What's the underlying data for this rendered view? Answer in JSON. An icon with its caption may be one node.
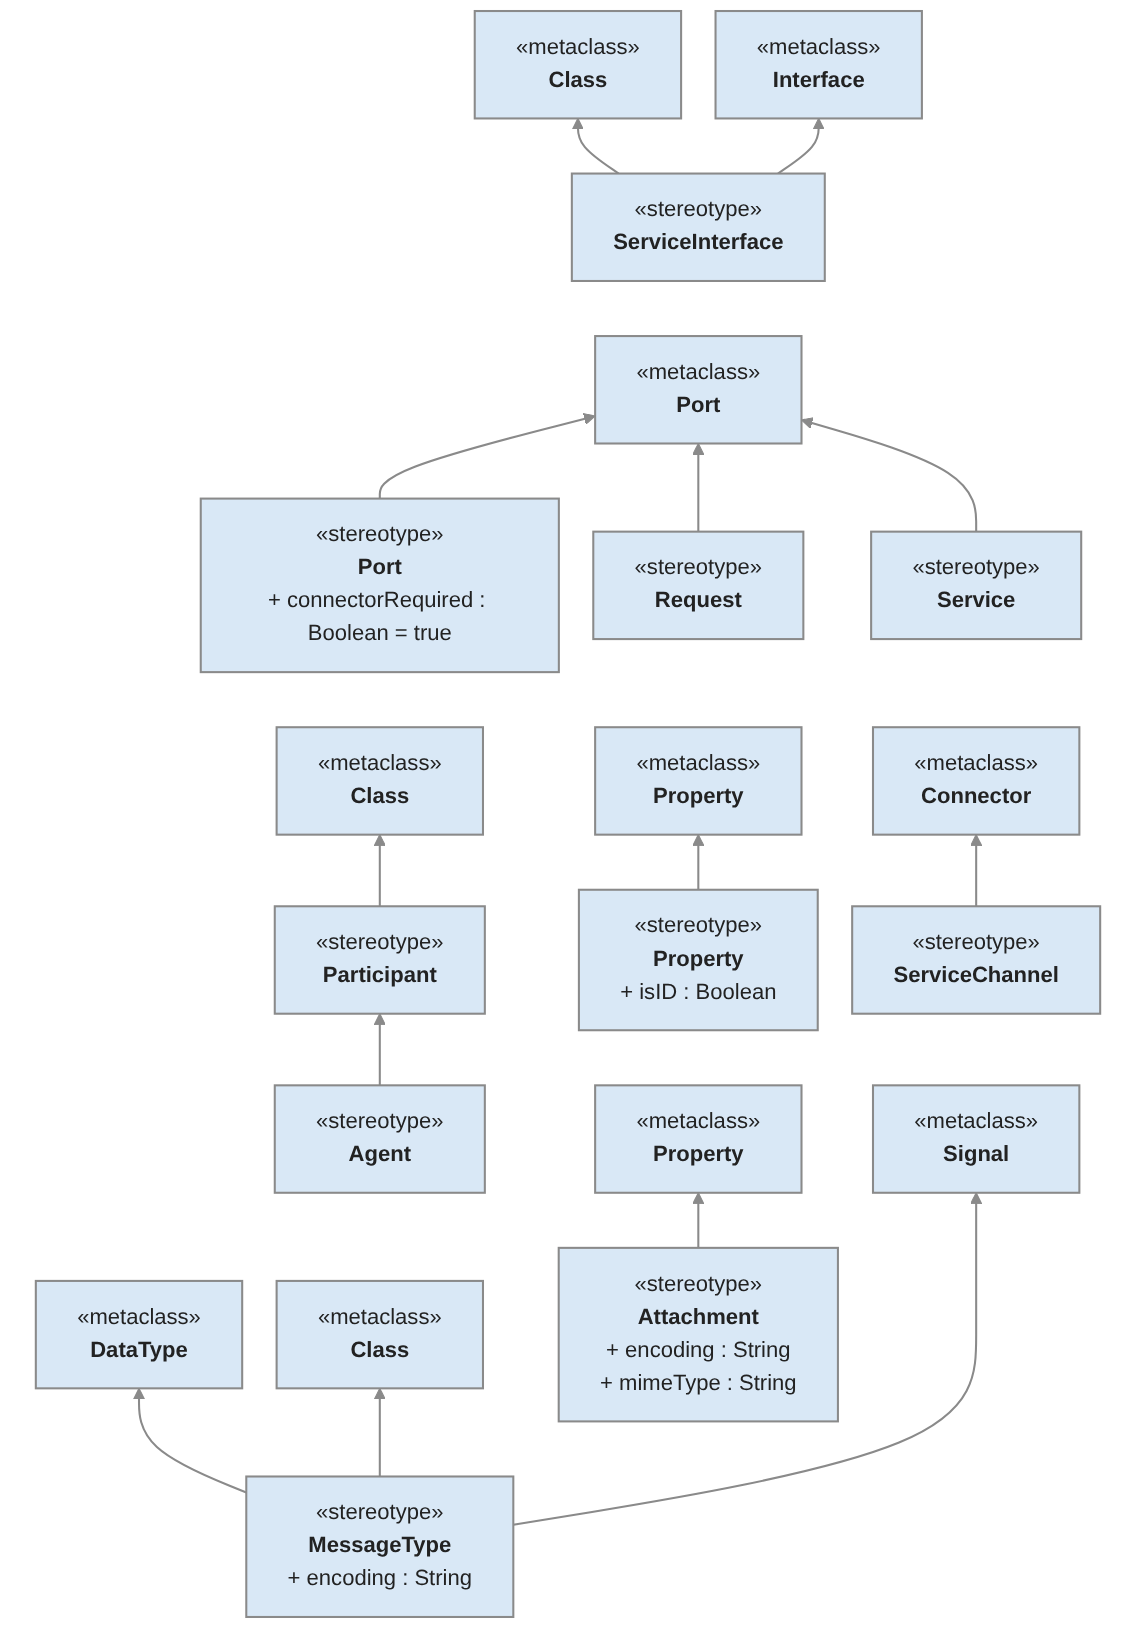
{
  "diagram": {
    "nodes": [
      {
        "text": [
          "«metaclass»",
          "Class"
        ]
      },
      {
        "text": [
          "«metaclass»",
          "Interface"
        ]
      },
      {
        "text": [
          "«stereotype»",
          "ServiceInterface"
        ]
      },
      {
        "text": [
          "«stereotype»",
          "Port",
          "+ connectorRequired : Boolean = true"
        ]
      },
      {
        "text": [
          "«stereotype»",
          "Request"
        ]
      },
      {
        "text": [
          "«metaclass»",
          "Port"
        ]
      },
      {
        "text": [
          "«stereotype»",
          "Service"
        ]
      },
      {
        "text": [
          "«metaclass»",
          "Class"
        ]
      },
      {
        "text": [
          "«metaclass»",
          "Property"
        ]
      },
      {
        "text": [
          "«metaclass»",
          "Connector"
        ]
      },
      {
        "text": [
          "«stereotype»",
          "Participant"
        ]
      },
      {
        "text": [
          "«stereotype»",
          "Property",
          "+ isID : Boolean"
        ]
      },
      {
        "text": [
          "«stereotype»",
          "ServiceChannel"
        ]
      },
      {
        "text": [
          "«stereotype»",
          "Agent"
        ]
      },
      {
        "text": [
          "«metaclass»",
          "DataType"
        ]
      },
      {
        "text": [
          "«metaclass»",
          "Property"
        ]
      },
      {
        "text": [
          "«metaclass»",
          "Class"
        ]
      },
      {
        "text": [
          "«metaclass»",
          "Signal"
        ]
      },
      {
        "text": [
          "«stereotype»",
          "Attachment",
          "+ encoding : String",
          "+ mimeType : String"
        ]
      },
      {
        "text": [
          "«stereotype»",
          "MessageType",
          "+ encoding : String"
        ]
      }
    ],
    "edges": [
      {
        "from": 2,
        "to": 0,
        "arrow": "to"
      },
      {
        "from": 2,
        "to": 1,
        "arrow": "to"
      },
      {
        "from": 3,
        "to": 5,
        "arrow": "to"
      },
      {
        "from": 4,
        "to": 5,
        "arrow": "to"
      },
      {
        "from": 6,
        "to": 5,
        "arrow": "to"
      },
      {
        "from": 11,
        "to": 8,
        "arrow": "to"
      },
      {
        "from": 10,
        "to": 7,
        "arrow": "to"
      },
      {
        "from": 13,
        "to": 10,
        "arrow": "to"
      },
      {
        "from": 12,
        "to": 9,
        "arrow": "to"
      },
      {
        "from": 18,
        "to": 15,
        "arrow": "to"
      },
      {
        "from": 19,
        "to": 16,
        "arrow": "to"
      },
      {
        "from": 19,
        "to": 14,
        "arrow": "to"
      },
      {
        "from": 19,
        "to": 17,
        "arrow": "to"
      }
    ]
  }
}
